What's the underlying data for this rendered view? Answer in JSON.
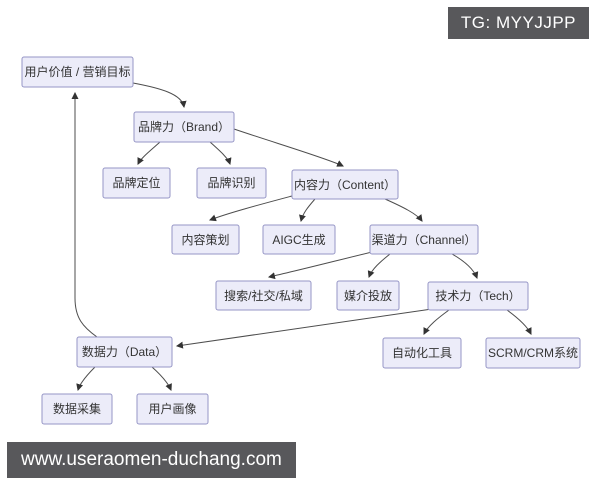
{
  "badge": {
    "text": "TG: MYYJJPP"
  },
  "footer": {
    "url": "www.useraomen-duchang.com"
  },
  "colors": {
    "background": "#ffffff",
    "node_fill": "#ececf9",
    "node_border": "#9696c6",
    "edge_line": "#4d4d4d",
    "node_text": "#333333",
    "badge_bg": "#58585b",
    "badge_text": "#ffffff"
  },
  "diagram": {
    "type": "flowchart",
    "nodes": [
      {
        "id": "user_value",
        "label": "用户价值 / 营销目标"
      },
      {
        "id": "brand",
        "label": "品牌力（Brand）"
      },
      {
        "id": "brand_positioning",
        "label": "品牌定位"
      },
      {
        "id": "brand_identity",
        "label": "品牌识别"
      },
      {
        "id": "content",
        "label": "内容力（Content）"
      },
      {
        "id": "content_planning",
        "label": "内容策划"
      },
      {
        "id": "aigc_generation",
        "label": "AIGC生成"
      },
      {
        "id": "channel",
        "label": "渠道力（Channel）"
      },
      {
        "id": "search_social_private",
        "label": "搜索/社交/私域"
      },
      {
        "id": "media_buying",
        "label": "媒介投放"
      },
      {
        "id": "tech",
        "label": "技术力（Tech）"
      },
      {
        "id": "automation_tools",
        "label": "自动化工具"
      },
      {
        "id": "scrm_crm",
        "label": "SCRM/CRM系统"
      },
      {
        "id": "data",
        "label": "数据力（Data）"
      },
      {
        "id": "data_collection",
        "label": "数据采集"
      },
      {
        "id": "user_persona",
        "label": "用户画像"
      }
    ],
    "edges": [
      {
        "from": "user_value",
        "to": "brand"
      },
      {
        "from": "brand",
        "to": "brand_positioning"
      },
      {
        "from": "brand",
        "to": "brand_identity"
      },
      {
        "from": "brand",
        "to": "content"
      },
      {
        "from": "content",
        "to": "content_planning"
      },
      {
        "from": "content",
        "to": "aigc_generation"
      },
      {
        "from": "content",
        "to": "channel"
      },
      {
        "from": "channel",
        "to": "search_social_private"
      },
      {
        "from": "channel",
        "to": "media_buying"
      },
      {
        "from": "channel",
        "to": "tech"
      },
      {
        "from": "tech",
        "to": "automation_tools"
      },
      {
        "from": "tech",
        "to": "scrm_crm"
      },
      {
        "from": "tech",
        "to": "data"
      },
      {
        "from": "data",
        "to": "data_collection"
      },
      {
        "from": "data",
        "to": "user_persona"
      },
      {
        "from": "data",
        "to": "user_value"
      }
    ]
  }
}
